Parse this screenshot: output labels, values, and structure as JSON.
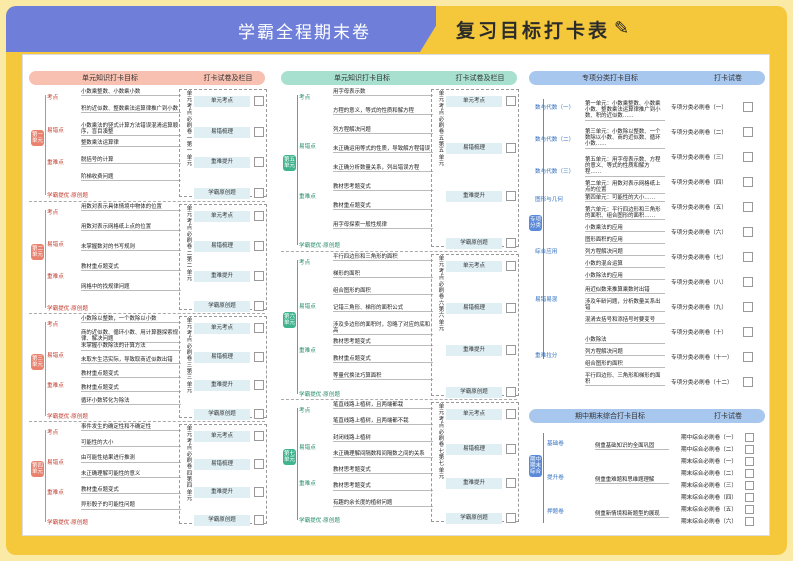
{
  "header": {
    "title_left": "学霸全程期末卷",
    "title_right": "复习目标打卡表"
  },
  "col1": {
    "hdr_left": "单元知识打卡目标",
    "hdr_right": "打卡试卷及栏目",
    "units": [
      {
        "label": "第一单元",
        "paper": "单元考点必刷卷 一 第一单元",
        "cats": [
          "考点",
          "易错点",
          "重难点",
          "学霸提优·原创题"
        ],
        "items": [
          "小数乘整数、小数乘小数",
          "积的近似数、整数乘法运算律推广到小数",
          "小数乘法的竖式计算方法错误混淆运算顺序，盲目凑整",
          "整数乘法运算律",
          "脱括号的计算",
          "阶梯收费问题"
        ]
      },
      {
        "label": "第二单元",
        "paper": "单元考点必刷卷 二 第二单元",
        "cats": [
          "考点",
          "易错点",
          "重难点",
          "学霸提优·原创题"
        ],
        "items": [
          "用数对表示具体情境中物体的位置",
          "用数对表示网格纸上点的位置",
          "未掌握数对的书写规则",
          "教材重点题变式",
          "网格中的找规律问题"
        ]
      },
      {
        "label": "第三单元",
        "paper": "单元考点必刷卷 三 第三单元",
        "cats": [
          "考点",
          "易错点",
          "重难点",
          "学霸提优·原创题"
        ],
        "items": [
          "小数除以整数，一个数除以小数",
          "商的近似数、循环小数、用计算器探索规律、解决问题",
          "未掌握小数除法的计算方法",
          "未取东生活实际，导致取商近似数出错",
          "教材重点题变式",
          "教材重点题变式",
          "循环小数转化为除法"
        ]
      },
      {
        "label": "第四单元",
        "paper": "单元考点必刷卷 四 第四单元",
        "cats": [
          "考点",
          "易错点",
          "重难点",
          "学霸提优·原创题"
        ],
        "items": [
          "事件发生的确定性和不确定性",
          "可能性的大小",
          "由可能性结果进行推测",
          "未正确理解可能性的意义",
          "教材重点题变式",
          "异形骰子的可能性问题"
        ]
      }
    ],
    "tasks": [
      "单元考点",
      "易错梳理",
      "重难提升",
      "学霸原创题"
    ]
  },
  "col2": {
    "hdr_left": "单元知识打卡目标",
    "hdr_right": "打卡试卷及栏目",
    "units": [
      {
        "label": "第五单元",
        "paper": "单元考点必刷卷 五 第五单元",
        "cats": [
          "考点",
          "易错点",
          "重难点",
          "学霸提优·原创题"
        ],
        "items": [
          "用字母表示数",
          "方程的意义，等式的性质和解方程",
          "列方程解决问题",
          "未正确运用等式的性质，导致解方程错误",
          "未正确分析数量关系，列出错误方程",
          "教材思考题变式",
          "教材重点题变式",
          "用字母探索一般性规律"
        ]
      },
      {
        "label": "第六单元",
        "paper": "单元考点必刷卷 六 第六单元",
        "cats": [
          "考点",
          "易错点",
          "重难点",
          "学霸提优·原创题"
        ],
        "items": [
          "平行四边形和三角形的面积",
          "梯形的面积",
          "组合图形的面积",
          "记错三角形、梯形的面积公式",
          "涉及多边形的面积时，忽略了对应的底和高",
          "教材思考题变式",
          "教材重点题变式",
          "等量代换法巧算面积"
        ]
      },
      {
        "label": "第七单元",
        "paper": "单元考点必刷卷 七 第七单元",
        "cats": [
          "考点",
          "易错点",
          "重难点",
          "学霸提优·原创题"
        ],
        "items": [
          "笔直线路上植树，且两端都栽",
          "笔直线路上植树，且两端都不栽",
          "封闭线路上植树",
          "未正确理解间隔数和间隔数之间的关系",
          "教材思考题变式",
          "教材思考题变式",
          "有趣的余长度的植树问题"
        ]
      }
    ],
    "tasks": [
      "单元考点",
      "易错梳理",
      "重难提升",
      "学霸原创题"
    ]
  },
  "col3": {
    "hdr_left": "专项分类打卡目标",
    "hdr_right": "打卡试卷",
    "center": "专项分类",
    "levels": [
      "数与代数（一）",
      "数与代数（二）",
      "数与代数（三）",
      "图形与几何",
      "综合应用",
      "易错易混",
      "重难拉分"
    ],
    "items": [
      "第一单元：小数乘整数、小数乘小数、整数乘法运算律推广到小数、积的近似数……",
      "第三单元：小数除以整数、一个数除以小数、商的近似数、循环小数……",
      "第五单元：用字母表示数、方程的意义、等式的性质和解方程……",
      "第二单元：用数对表示网格纸上点的位置",
      "第四单元：可能性的大小……",
      "第六单元：平行四边形和三角形的面积、组合图形的面积……",
      "小数乘法的应用",
      "图形面积的应用",
      "列方程解决问题",
      "小数的混合运算",
      "小数除法的应用",
      "用近似数来推算乘数时出错",
      "涉及年龄问题，分析数量关系出错",
      "混淆去括号和添括号时要变号",
      "小数除法",
      "列方程解决问题",
      "组合图形的面积",
      "平行四边形、三角形和梯形的面积"
    ],
    "tasks": [
      "专项分类必刷卷（一）",
      "专项分类必刷卷（二）",
      "专项分类必刷卷（三）",
      "专项分类必刷卷（四）",
      "专项分类必刷卷（五）",
      "专项分类必刷卷（六）",
      "专项分类必刷卷（七）",
      "专项分类必刷卷（八）",
      "专项分类必刷卷（九）",
      "专项分类必刷卷（十）",
      "专项分类必刷卷（十一）",
      "专项分类必刷卷（十二）"
    ]
  },
  "col4": {
    "hdr_left": "期中期末综合打卡目标",
    "hdr_right": "打卡试卷",
    "center": "期中期末综合",
    "levels": [
      "基础卷",
      "提升卷",
      "押题卷"
    ],
    "items": [
      "侧重基础知识的全面巩固",
      "侧重重难题和思维题理解",
      "侧重新情境和新题型的展现"
    ],
    "tasks": [
      "期中综合必刷卷（一）",
      "期中综合必刷卷（二）",
      "期末综合必刷卷（一）",
      "期末综合必刷卷（二）",
      "期末综合必刷卷（三）",
      "期末综合必刷卷（四）",
      "期末综合必刷卷（五）",
      "期末综合必刷卷（六）"
    ]
  }
}
